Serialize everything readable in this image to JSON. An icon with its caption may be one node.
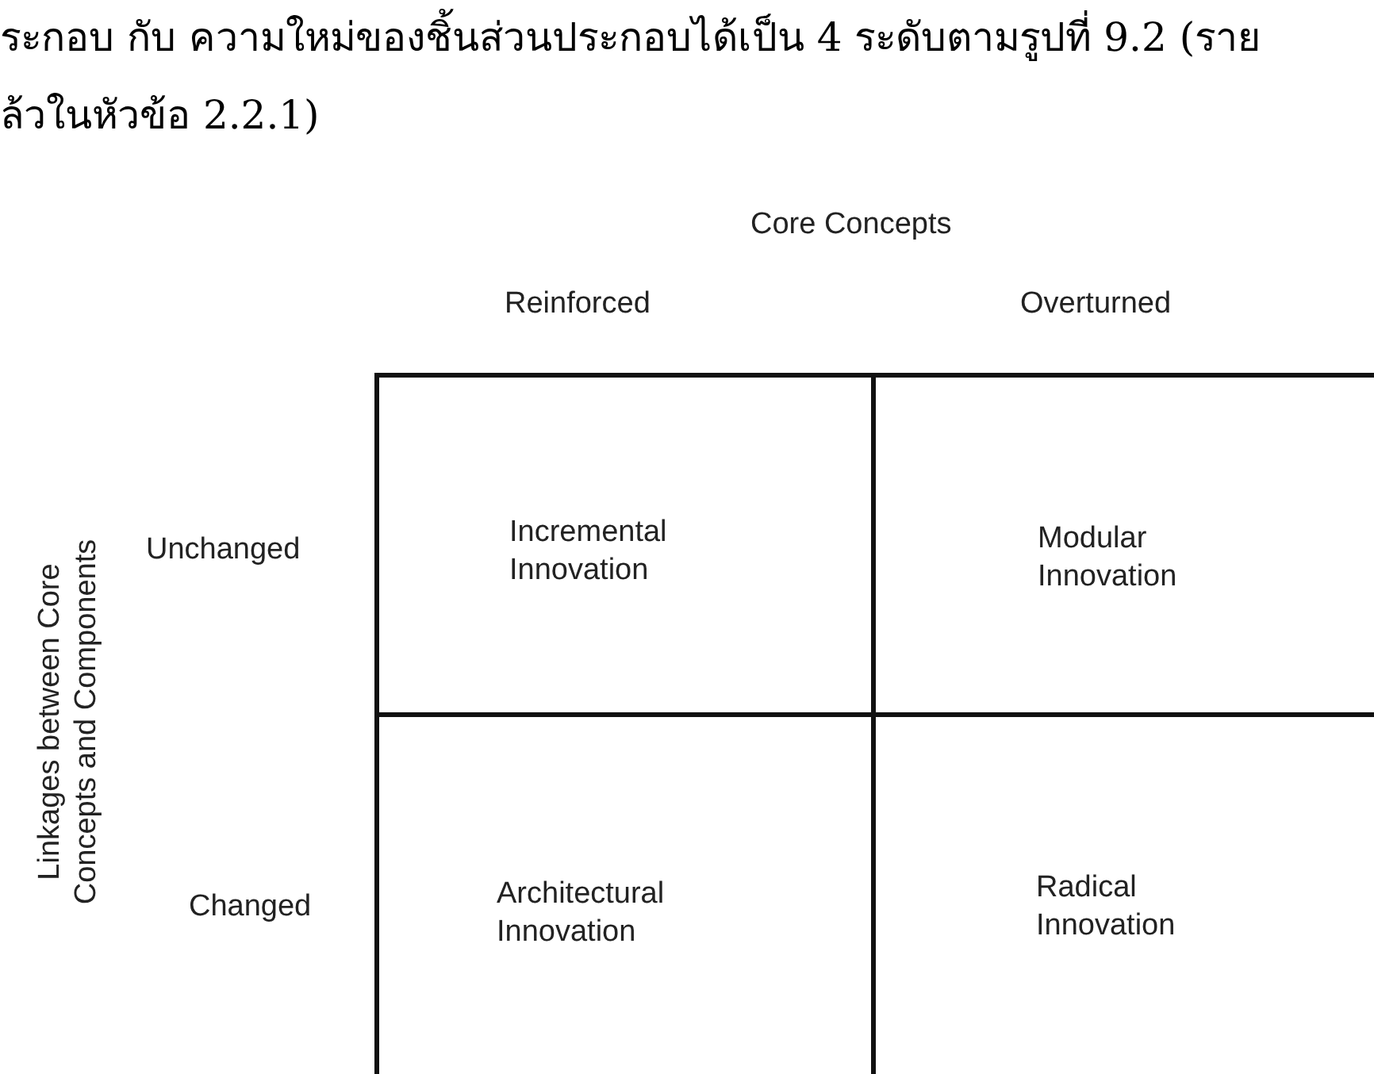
{
  "diagram": {
    "nodes": [
      {
        "text": [
          "Incremental Innovation"
        ]
      },
      {
        "text": [
          "Modular Innovation"
        ]
      },
      {
        "text": [
          "Architectural Innovation"
        ]
      },
      {
        "text": [
          "Radical Innovation"
        ]
      }
    ],
    "labels": [
      "ระกอบ กับ ความใหม่ของชิ้นส่วนประกอบได้เป็น 4 ระดับตามรูปที่ 9.2 (ราย",
      "ล้วในหัวข้อ 2.2.1)",
      "Core Concepts",
      "Reinforced",
      "Overturned",
      "Linkages between Core Concepts and Components",
      "Unchanged",
      "Changed"
    ]
  }
}
